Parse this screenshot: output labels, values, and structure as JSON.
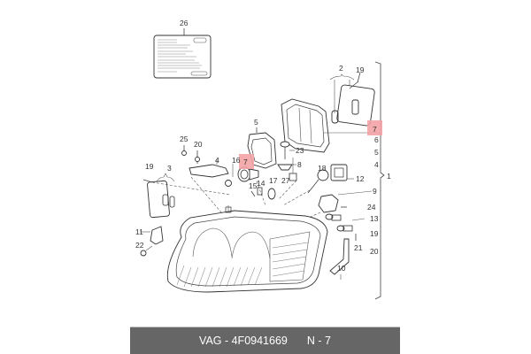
{
  "caption": {
    "brand": "VAG",
    "separator": "-",
    "part_number": "4F0941669",
    "position_prefix": "N",
    "position_number": "7",
    "part_text": "VAG - 4F0941669",
    "position_text": "N - 7"
  },
  "diagram": {
    "type": "exploded parts diagram",
    "subject": "headlight assembly",
    "highlight_color": "#f4a3a5",
    "highlighted_callout": "7",
    "callouts": [
      "1",
      "2",
      "3",
      "4",
      "5",
      "6",
      "7",
      "8",
      "9",
      "10",
      "11",
      "12",
      "13",
      "14",
      "15",
      "16",
      "17",
      "18",
      "19",
      "20",
      "21",
      "22",
      "23",
      "24",
      "25",
      "26",
      "27"
    ],
    "labels": {
      "l26": "26",
      "l2": "2",
      "l19a": "19",
      "l7a": "7",
      "l6": "6",
      "l5r": "5",
      "l4r": "4",
      "l1": "1",
      "l5": "5",
      "l25": "25",
      "l20a": "20",
      "l4": "4",
      "l16": "16",
      "l7b": "7",
      "l23": "23",
      "l8": "8",
      "l19b": "19",
      "l3": "3",
      "l14": "14",
      "l15": "15",
      "l17": "17",
      "l27": "27",
      "l18": "18",
      "l12": "12",
      "l9": "9",
      "l24": "24",
      "l13": "13",
      "l19c": "19",
      "l21": "21",
      "l20b": "20",
      "l10": "10",
      "l11": "11",
      "l22": "22"
    }
  }
}
